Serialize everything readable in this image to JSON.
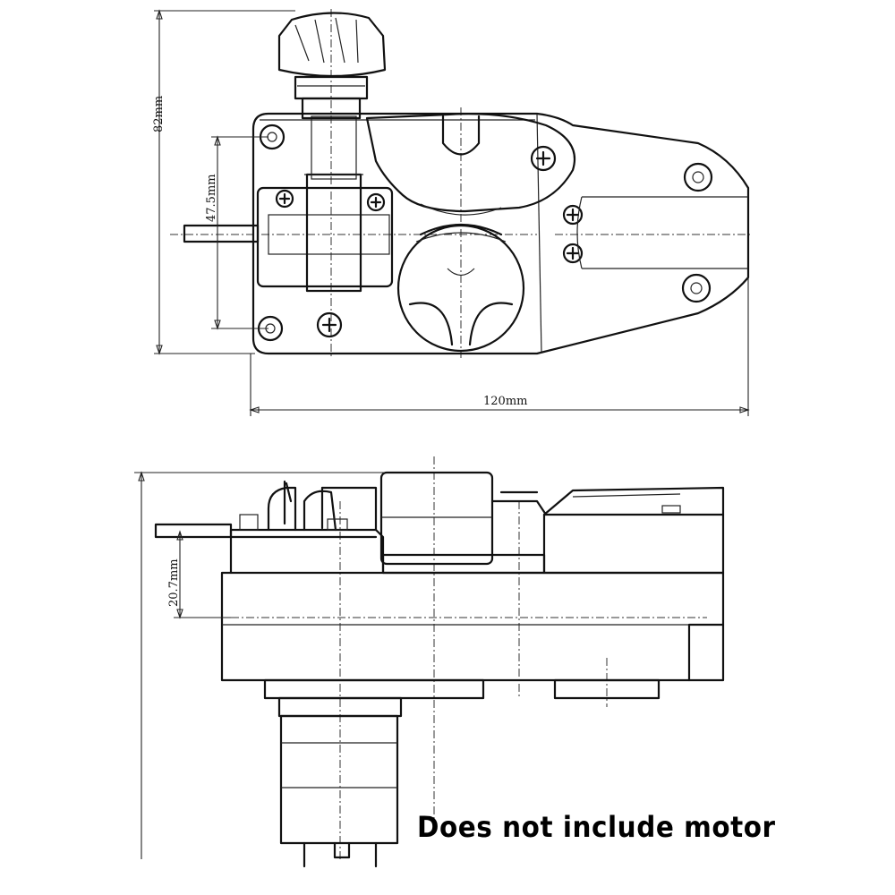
{
  "dimensions": {
    "overall_height": "82mm",
    "shaft_height": "47.5mm",
    "overall_width": "120mm",
    "side_shaft_height": "20.7mm"
  },
  "note": "Does not include motor",
  "colors": {
    "line": "#111111",
    "background": "#ffffff",
    "note": "#000000"
  }
}
